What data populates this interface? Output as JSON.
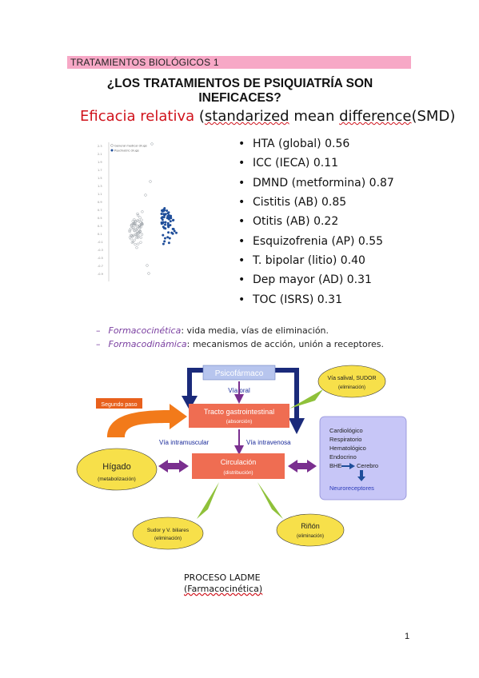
{
  "header": {
    "text": "TRATAMIENTOS BIOLÓGICOS 1"
  },
  "title": "¿LOS TRATAMIENTOS DE PSIQUIATRÍA SON INEFICACES?",
  "subtitle": {
    "red": "Eficacia relativa",
    "rest_a": "standarized",
    "rest_b": "mean",
    "rest_c": "difference",
    "rest_d": "(SMD)"
  },
  "plot": {
    "legend": [
      "General medical drugs",
      "Psychiatric drugs"
    ],
    "colors": {
      "general": "#9aa0a6",
      "psychiatric": "#1f4e9a"
    }
  },
  "bullets": [
    "HTA (global) 0.56",
    "ICC (IECA) 0.11",
    "DMND (metformina) 0.87",
    "Cistitis (AB) 0.85",
    "Otitis (AB) 0.22",
    "Esquizofrenia (AP) 0.55",
    "T. bipolar (litio) 0.40",
    "Dep mayor (AD) 0.31",
    "TOC (ISRS) 0.31"
  ],
  "pk_lines": [
    {
      "term": "Formacocinética",
      "rest": ": vida media, vías de eliminación."
    },
    {
      "term": "Formacodinámica",
      "rest": ": mecanismos de acción, unión a receptores."
    }
  ],
  "diagram": {
    "psicofarmaco": "Psicofármaco",
    "via_oral": "Vía   oral",
    "segundo_paso": "Segundo paso",
    "tracto": "Tracto gastrointestinal",
    "absorcion": "(absorción)",
    "via_im": "Vía intramuscular",
    "via_iv": "Vía intravenosa",
    "circulacion": "Circulación",
    "distribucion": "(distribución)",
    "higado": "Hígado",
    "metabolizacion": "(metabolización)",
    "via_salival": "Vía salival, SUDOR",
    "eliminacion": "(eliminación)",
    "organos": [
      "Cardiológico",
      "Respiratorio",
      "Hematológico",
      "Endocrino"
    ],
    "bhe": "BHE",
    "cerebro": "Cerebro",
    "neuroreceptores": "Neuroreceptores",
    "sudor_biliares": "Sudor y V. biliares",
    "sudor_elim": "(eliminación)",
    "rinon": "Riñón",
    "rinon_elim": "(eliminación)"
  },
  "caption": {
    "line1": "PROCESO LADME",
    "line2": "(Farmacocinética)"
  },
  "page_number": "1"
}
